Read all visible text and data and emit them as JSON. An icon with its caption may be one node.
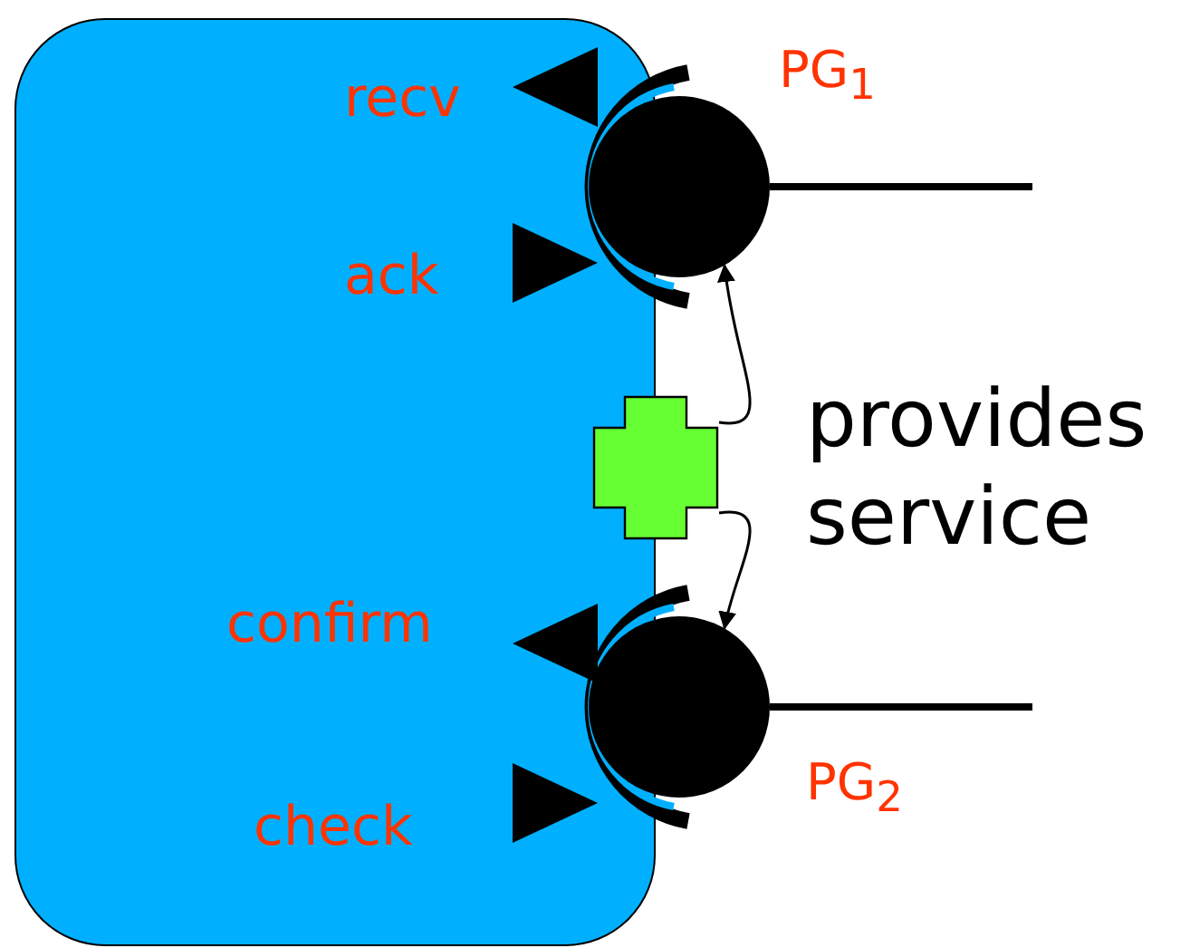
{
  "diagram": {
    "nodes": [
      {
        "text": [],
        "shape": "box"
      },
      {
        "text": [],
        "shape": "circle",
        "beside": [
          "PG$_{1}$"
        ]
      },
      {
        "text": [],
        "shape": "cross"
      },
      {
        "text": [],
        "shape": "circle",
        "beside": [
          "PG$_{2}$"
        ]
      }
    ],
    "edges": [
      {
        "from": 2,
        "to": 1,
        "arrow": "to"
      },
      {
        "from": 2,
        "to": 3,
        "arrow": "to"
      },
      {
        "from": 1,
        "to": null,
        "arrow": "none",
        "style": "thick"
      },
      {
        "from": 3,
        "to": null,
        "arrow": "none",
        "style": "thick"
      }
    ],
    "labels": [
      "recv",
      "ack",
      "provides service",
      "confirm",
      "check"
    ]
  }
}
